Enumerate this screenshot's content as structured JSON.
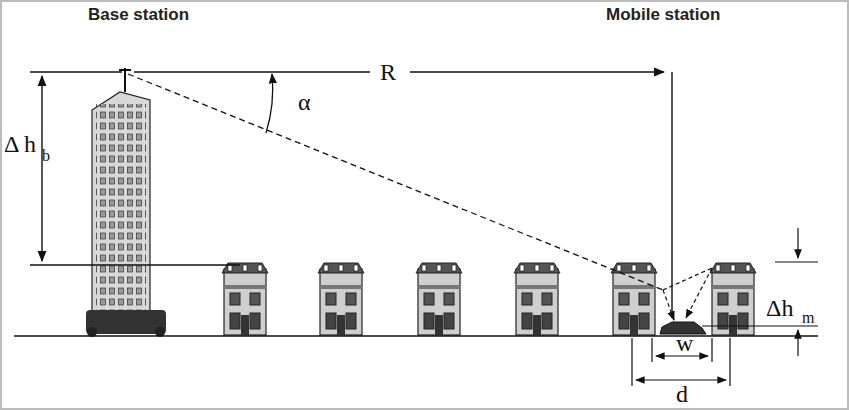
{
  "diagram": {
    "labels": [
      "Base station",
      "Mobile station",
      "Δ h",
      "b",
      "R",
      "α",
      "Δh",
      "m",
      "w",
      "d"
    ]
  }
}
